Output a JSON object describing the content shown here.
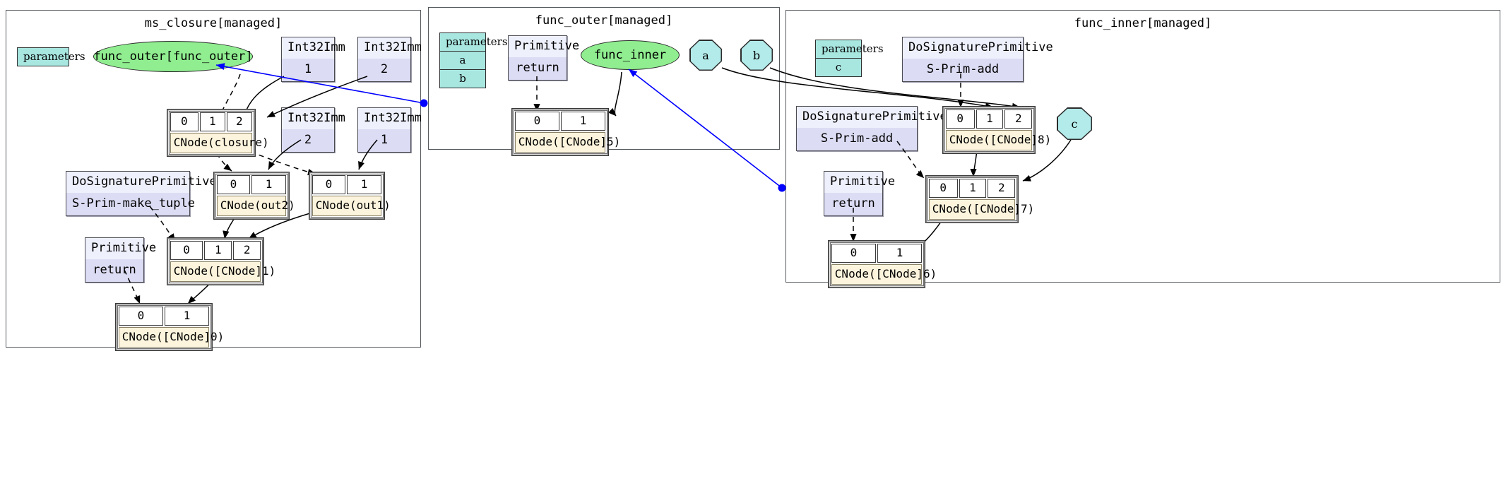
{
  "clusters": [
    {
      "id": "ms_closure",
      "title": "ms_closure[managed]"
    },
    {
      "id": "func_outer",
      "title": "func_outer[managed]"
    },
    {
      "id": "func_inner",
      "title": "func_inner[managed]"
    }
  ],
  "colors": {
    "cnode_label_fill": "#fcf4dc",
    "record_fill": "#dcdcf4",
    "record_header_fill": "#eef0fc",
    "param_fill": "#a8e6e0",
    "func_ellipse_fill": "#90ee90",
    "octagon_fill": "#b3eaea",
    "cross_graph_edge": "#0000ff",
    "edge": "#000000",
    "cluster_border": "#555a5e"
  },
  "ms_closure": {
    "parameters": {
      "header": "parameters",
      "rows": []
    },
    "func_outer_ellipse": {
      "label": "func_outer[func_outer]"
    },
    "int_imm_1": {
      "type": "Int32Imm",
      "value": "1"
    },
    "int_imm_2": {
      "type": "Int32Imm",
      "value": "2"
    },
    "int_imm_3": {
      "type": "Int32Imm",
      "value": "2"
    },
    "int_imm_4": {
      "type": "Int32Imm",
      "value": "1"
    },
    "cnode_closure": {
      "ports": [
        "0",
        "1",
        "2"
      ],
      "label": "CNode(closure)"
    },
    "cnode_out2": {
      "ports": [
        "0",
        "1"
      ],
      "label": "CNode(out2)"
    },
    "cnode_out1": {
      "ports": [
        "0",
        "1"
      ],
      "label": "CNode(out1)"
    },
    "prim_make_tuple": {
      "type": "DoSignaturePrimitive",
      "value": "S-Prim-make_tuple"
    },
    "prim_return": {
      "type": "Primitive",
      "value": "return"
    },
    "cnode_1": {
      "ports": [
        "0",
        "1",
        "2"
      ],
      "label": "CNode([CNode]1)"
    },
    "cnode_0": {
      "ports": [
        "0",
        "1"
      ],
      "label": "CNode([CNode]0)"
    }
  },
  "func_outer": {
    "parameters": {
      "header": "parameters",
      "rows": [
        "a",
        "b"
      ]
    },
    "prim_return": {
      "type": "Primitive",
      "value": "return"
    },
    "func_inner_ellipse": {
      "label": "func_inner"
    },
    "octagon_a": {
      "label": "a"
    },
    "octagon_b": {
      "label": "b"
    },
    "cnode_5": {
      "ports": [
        "0",
        "1"
      ],
      "label": "CNode([CNode]5)"
    }
  },
  "func_inner": {
    "parameters": {
      "header": "parameters",
      "rows": [
        "c"
      ]
    },
    "prim_add_top": {
      "type": "DoSignaturePrimitive",
      "value": "S-Prim-add"
    },
    "prim_add_bottom": {
      "type": "DoSignaturePrimitive",
      "value": "S-Prim-add"
    },
    "prim_return": {
      "type": "Primitive",
      "value": "return"
    },
    "octagon_c": {
      "label": "c"
    },
    "cnode_8": {
      "ports": [
        "0",
        "1",
        "2"
      ],
      "label": "CNode([CNode]8)"
    },
    "cnode_7": {
      "ports": [
        "0",
        "1",
        "2"
      ],
      "label": "CNode([CNode]7)"
    },
    "cnode_6": {
      "ports": [
        "0",
        "1"
      ],
      "label": "CNode([CNode]6)"
    }
  }
}
